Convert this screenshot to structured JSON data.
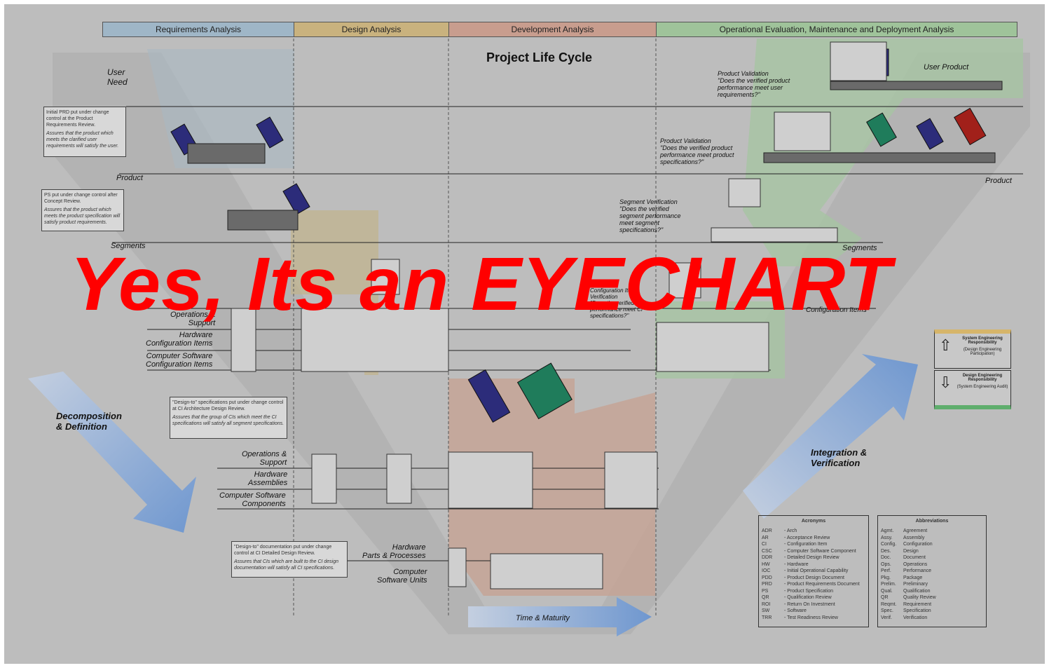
{
  "title": "Project Life Cycle",
  "overlay_text": "Yes, Its an EYECHART",
  "phases": [
    {
      "label": "Requirements Analysis",
      "color": "#9fb6c7"
    },
    {
      "label": "Design Analysis",
      "color": "#c9b27e"
    },
    {
      "label": "Development Analysis",
      "color": "#c89d8e"
    },
    {
      "label": "Operational Evaluation, Maintenance and Deployment Analysis",
      "color": "#9fc39a"
    }
  ],
  "levels": {
    "user_need": "User\nNeed",
    "product_left": "Product",
    "product_right": "Product",
    "user_product": "User Product",
    "segments_left": "Segments",
    "segments_right": "Segments",
    "config_items_right": "Configuration Items",
    "operations_support_1": "Operations &\nSupport",
    "hardware_ci": "Hardware\nConfiguration Items",
    "computer_software_ci": "Computer Software\nConfiguration Items",
    "operations_support_2": "Operations &\nSupport",
    "hardware_assemblies": "Hardware\nAssemblies",
    "computer_software_components": "Computer Software\nComponents",
    "hardware_parts": "Hardware\nParts & Processes",
    "computer_software_units": "Computer\nSoftware Units"
  },
  "arrows": {
    "decomposition": "Decomposition\n& Definition",
    "integration": "Integration &\nVerification",
    "time": "Time & Maturity"
  },
  "validation": {
    "product_validation_1": "Product Validation\n\"Does the verified product\nperformance meet user\nrequirements?\"",
    "product_validation_2": "Product Validation\n\"Does the verified product\nperformance meet product\nspecifications?\"",
    "segment_verification": "Segment Verification\n\"Does the verified\nsegment performance\nmeet segment\nspecifications?\"",
    "ci_verification": "Configuration Item\nVerification\n\"Does the verified CI\nperformance meet CI\nspecifications?\""
  },
  "notes": {
    "n1_a": "Initial PRD put under change control at the Product Requirements Review.",
    "n1_b": "Assures that the product which meets the clarified user requirements will satisfy the user.",
    "n2_a": "PS put under change control after Concept Review.",
    "n2_b": "Assures that the product which meets the product specification will satisfy product requirements.",
    "n3_a": "\"Design-to\" specifications put under change control at CI Architecture Design Review.",
    "n3_b": "Assures that the group of CIs which meet the CI specifications will satisfy all segment specifications.",
    "n4_a": "\"Design-to\" documentation put under change control at CI Detailed Design Review.",
    "n4_b": "Assures that CIs which are built to the CI design documentation will satisfy all CI specifications."
  },
  "responsibility": {
    "sys_title": "System Engineering Responsibility",
    "sys_sub": "(Design Engineering Participation)",
    "des_title": "Design Engineering Responsibility",
    "des_sub": "(System Engineering Audit)",
    "sys_color": "#d6b56a",
    "des_color": "#5fae6d"
  },
  "acronyms": {
    "header": "Acronyms",
    "rows": [
      [
        "ADR",
        "- Arch"
      ],
      [
        "AR",
        "- Acceptance Review"
      ],
      [
        "CI",
        "- Configuration Item"
      ],
      [
        "CSC",
        "- Computer Software Component"
      ],
      [
        "DDR",
        "- Detailed Design Review"
      ],
      [
        "HW",
        "- Hardware"
      ],
      [
        "IOC",
        "- Initial Operational Capability"
      ],
      [
        "PDD",
        "- Product Design Document"
      ],
      [
        "PRD",
        "- Product Requirements Document"
      ],
      [
        "PS",
        "- Product Specification"
      ],
      [
        "QR",
        "- Qualification Review"
      ],
      [
        "ROI",
        "- Return On Investment"
      ],
      [
        "SW",
        "- Software"
      ],
      [
        "TRR",
        "- Test Readiness Review"
      ]
    ]
  },
  "abbreviations": {
    "header": "Abbreviations",
    "rows": [
      [
        "Agmt.",
        "Agreement"
      ],
      [
        "Assy.",
        "Assembly"
      ],
      [
        "Config.",
        "Configuration"
      ],
      [
        "Des.",
        "Design"
      ],
      [
        "Doc.",
        "Document"
      ],
      [
        "Ops.",
        "Operations"
      ],
      [
        "Perf.",
        "Performance"
      ],
      [
        "Pkg.",
        "Package"
      ],
      [
        "Prelim.",
        "Preliminary"
      ],
      [
        "Qual.",
        "Qualification"
      ],
      [
        "QR",
        "Quality Review"
      ],
      [
        "Reqmt.",
        "Requirement"
      ],
      [
        "Spec.",
        "Specification"
      ],
      [
        "Verif.",
        "Verification"
      ]
    ]
  }
}
